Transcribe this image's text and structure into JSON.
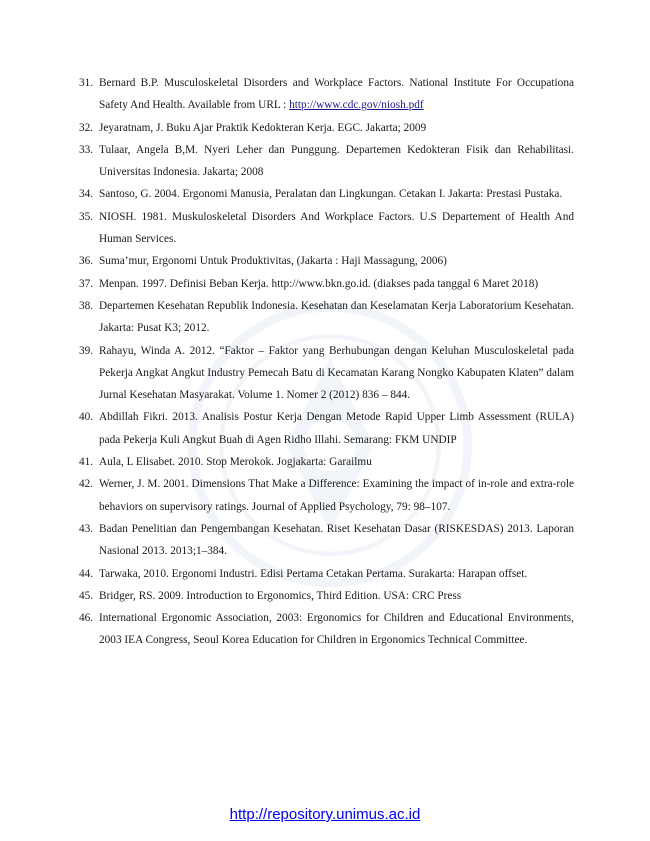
{
  "references": [
    {
      "num": "31.",
      "text": "Bernard B.P. Musculoskeletal Disorders and Workplace Factors. National Institute For Occupationa Safety And Health. Available from URL : ",
      "link": "http://www.cdc.gov/niosh.pdf"
    },
    {
      "num": "32.",
      "text": "Jeyaratnam, J. Buku Ajar Praktik Kedokteran Kerja. EGC. Jakarta; 2009",
      "link": ""
    },
    {
      "num": "33.",
      "text": "Tulaar, Angela B,M. Nyeri Leher dan Punggung. Departemen Kedokteran Fisik dan Rehabilitasi. Universitas Indonesia. Jakarta; 2008",
      "link": ""
    },
    {
      "num": "34.",
      "text": "Santoso, G. 2004. Ergonomi Manusia, Peralatan dan Lingkungan. Cetakan I. Jakarta: Prestasi Pustaka.",
      "link": ""
    },
    {
      "num": "35.",
      "text": "NIOSH. 1981. Muskuloskeletal Disorders And Workplace Factors. U.S Departement of Health And Human Services.",
      "link": ""
    },
    {
      "num": "36.",
      "text": "Suma’mur, Ergonomi Untuk Produktivitas, (Jakarta : Haji Massagung, 2006)",
      "link": ""
    },
    {
      "num": "37.",
      "text": "Menpan. 1997. Definisi Beban Kerja. http://www.bkn.go.id. (diakses pada tanggal 6 Maret 2018)",
      "link": ""
    },
    {
      "num": "38.",
      "text": "Departemen Kesehatan Republik Indonesia. Kesehatan dan Keselamatan Kerja Laboratorium Kesehatan. Jakarta: Pusat K3; 2012.",
      "link": ""
    },
    {
      "num": "39.",
      "text": "Rahayu, Winda A. 2012. “Faktor – Faktor yang Berhubungan dengan Keluhan Musculoskeletal pada Pekerja Angkat Angkut Industry Pemecah Batu di Kecamatan Karang Nongko Kabupaten Klaten” dalam Jurnal Kesehatan Masyarakat. Volume 1. Nomer 2 (2012) 836 – 844.",
      "link": ""
    },
    {
      "num": "40.",
      "text": "Abdillah Fikri. 2013. Analisis Postur Kerja Dengan Metode Rapid Upper Limb Assessment (RULA) pada Pekerja Kuli Angkut Buah di Agen Ridho Illahi. Semarang: FKM UNDIP",
      "link": ""
    },
    {
      "num": "41.",
      "text": "Aula, L Elisabet. 2010. Stop Merokok. Jogjakarta: Garailmu",
      "link": ""
    },
    {
      "num": "42.",
      "text": "Werner, J. M. 2001. Dimensions That Make a Difference: Examining the impact of in-role and extra-role behaviors on supervisory ratings. Journal of Applied Psychology, 79: 98–107.",
      "link": ""
    },
    {
      "num": "43.",
      "text": "Badan Penelitian dan Pengembangan Kesehatan. Riset Kesehatan Dasar (RISKESDAS) 2013. Laporan Nasional 2013. 2013;1–384.",
      "link": ""
    },
    {
      "num": "44.",
      "text": "Tarwaka, 2010. Ergonomi Industri. Edisi Pertama Cetakan Pertama. Surakarta: Harapan offset.",
      "link": ""
    },
    {
      "num": "45.",
      "text": "Bridger, RS. 2009. Introduction to Ergonomics, Third Edition. USA: CRC Press",
      "link": ""
    },
    {
      "num": "46.",
      "text": "International Ergonomic Association, 2003: Ergonomics for Children and Educational Environments, 2003 IEA Congress, Seoul Korea Education for Children in Ergonomics Technical Committee.",
      "link": ""
    }
  ],
  "footer": {
    "link": "http://repository.unimus.ac.id"
  },
  "colors": {
    "text": "#1a1a1a",
    "link": "#0000ee",
    "watermark": "#1f4fa0"
  }
}
